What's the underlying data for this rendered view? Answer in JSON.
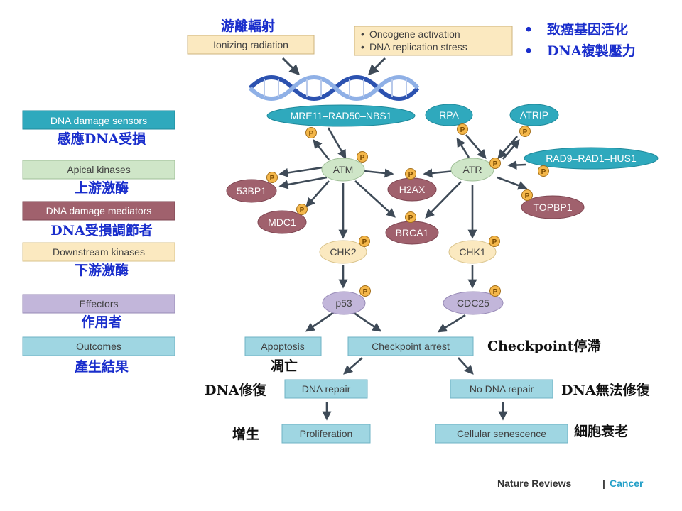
{
  "colors": {
    "sensor": "#2fa9bd",
    "kinase_apical": "#cfe6c8",
    "mediator": "#a0616d",
    "downstream": "#fbe9c0",
    "effector": "#c2b6da",
    "outcome": "#9fd6e2",
    "phospho": "#f4b74a",
    "arrow": "#3e4a57",
    "dna_blue": "#2c52b0",
    "cn_blue": "#1a2ecc",
    "cancer_blue": "#25a0c8"
  },
  "top": {
    "ionizing_cn": "游離輻射",
    "ionizing_en": "Ionizing radiation",
    "oncogene_en_1": "Oncogene activation",
    "oncogene_en_2": "DNA replication stress",
    "bullet_1_cn": "致癌基因活化",
    "bullet_2_cn": "DNA複製壓力"
  },
  "legend": [
    {
      "en": "DNA damage sensors",
      "cn": "感應DNA受損"
    },
    {
      "en": "Apical kinases",
      "cn": "上游激酶"
    },
    {
      "en": "DNA damage mediators",
      "cn": "DNA受損調節者"
    },
    {
      "en": "Downstream kinases",
      "cn": "下游激酶"
    },
    {
      "en": "Effectors",
      "cn": "作用者"
    },
    {
      "en": "Outcomes",
      "cn": "產生結果"
    }
  ],
  "nodes": {
    "mre11": "MRE11–RAD50–NBS1",
    "rpa": "RPA",
    "atrip": "ATRIP",
    "rad9": "RAD9–RAD1–HUS1",
    "atm": "ATM",
    "atr": "ATR",
    "bp53": "53BP1",
    "h2ax": "H2AX",
    "topbp1": "TOPBP1",
    "mdc1": "MDC1",
    "brca1": "BRCA1",
    "chk2": "CHK2",
    "chk1": "CHK1",
    "p53": "p53",
    "cdc25": "CDC25",
    "phospho": "P"
  },
  "outcomes": {
    "apoptosis": "Apoptosis",
    "apoptosis_cn": "凋亡",
    "checkpoint": "Checkpoint arrest",
    "checkpoint_cn": "Checkpoint停滯",
    "dna_repair": "DNA repair",
    "dna_repair_cn": "DNA修復",
    "no_repair": "No DNA repair",
    "no_repair_cn": "DNA無法修復",
    "proliferation": "Proliferation",
    "proliferation_cn": "增生",
    "senescence": "Cellular senescence",
    "senescence_cn": "細胞衰老"
  },
  "footer": {
    "journal": "Nature Reviews",
    "separator": "|",
    "section": "Cancer"
  }
}
